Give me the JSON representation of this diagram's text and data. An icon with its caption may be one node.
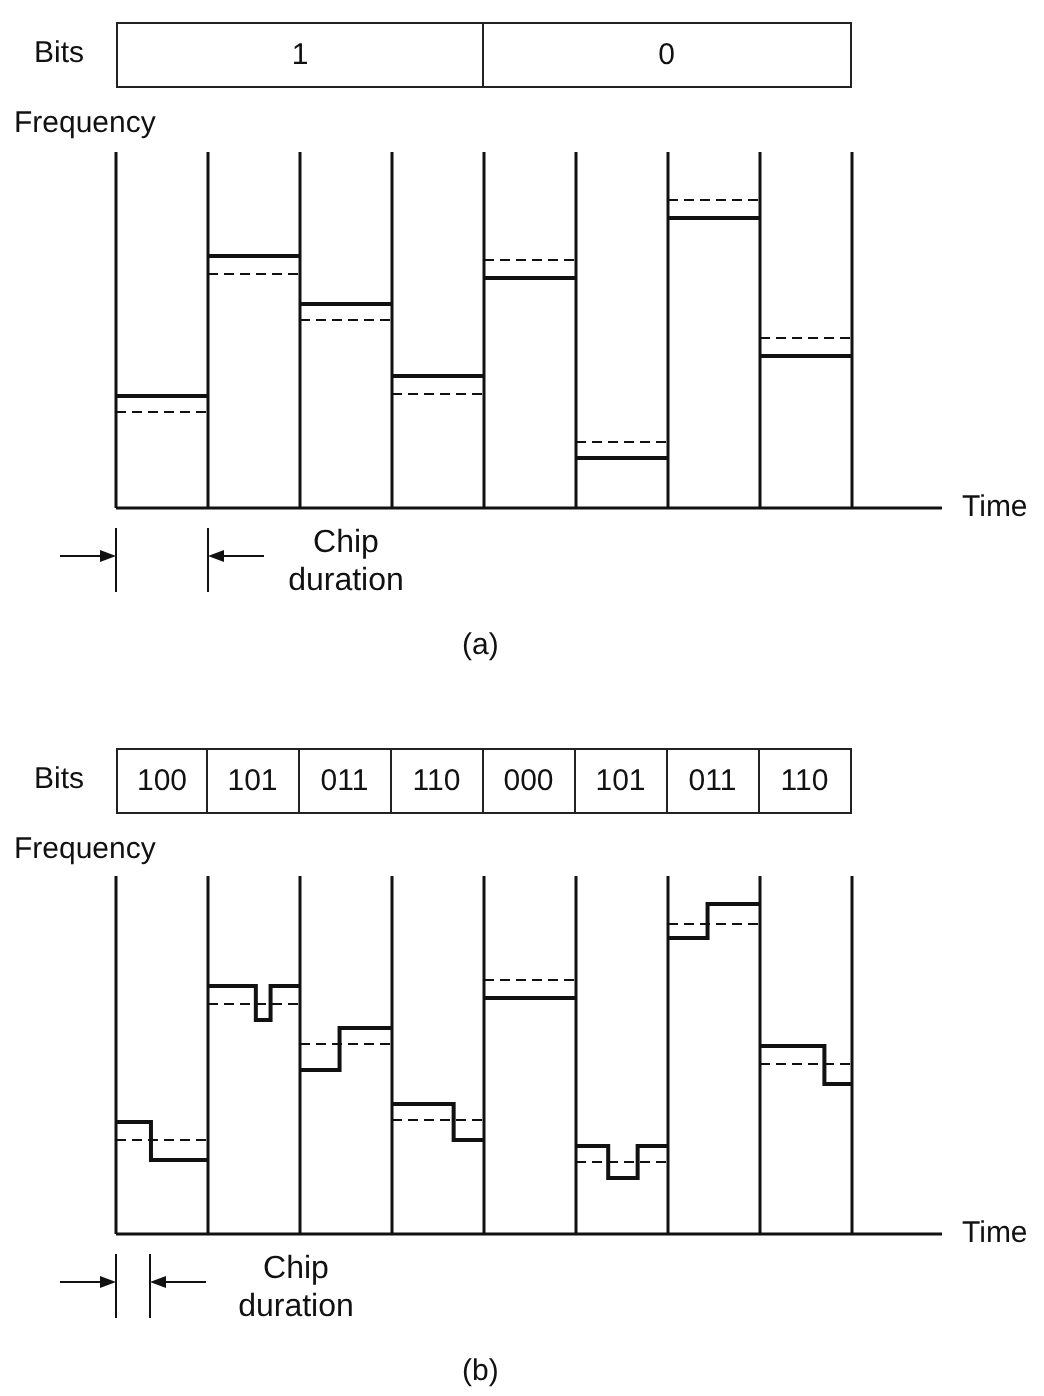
{
  "diagram": {
    "labels": [
      "Bits",
      "1",
      "0",
      "Frequency",
      "Time",
      "Chip duration",
      "(a)",
      "Bits",
      "100",
      "101",
      "011",
      "110",
      "000",
      "101",
      "011",
      "110",
      "Frequency",
      "Time",
      "Chip duration",
      "(b)"
    ]
  }
}
